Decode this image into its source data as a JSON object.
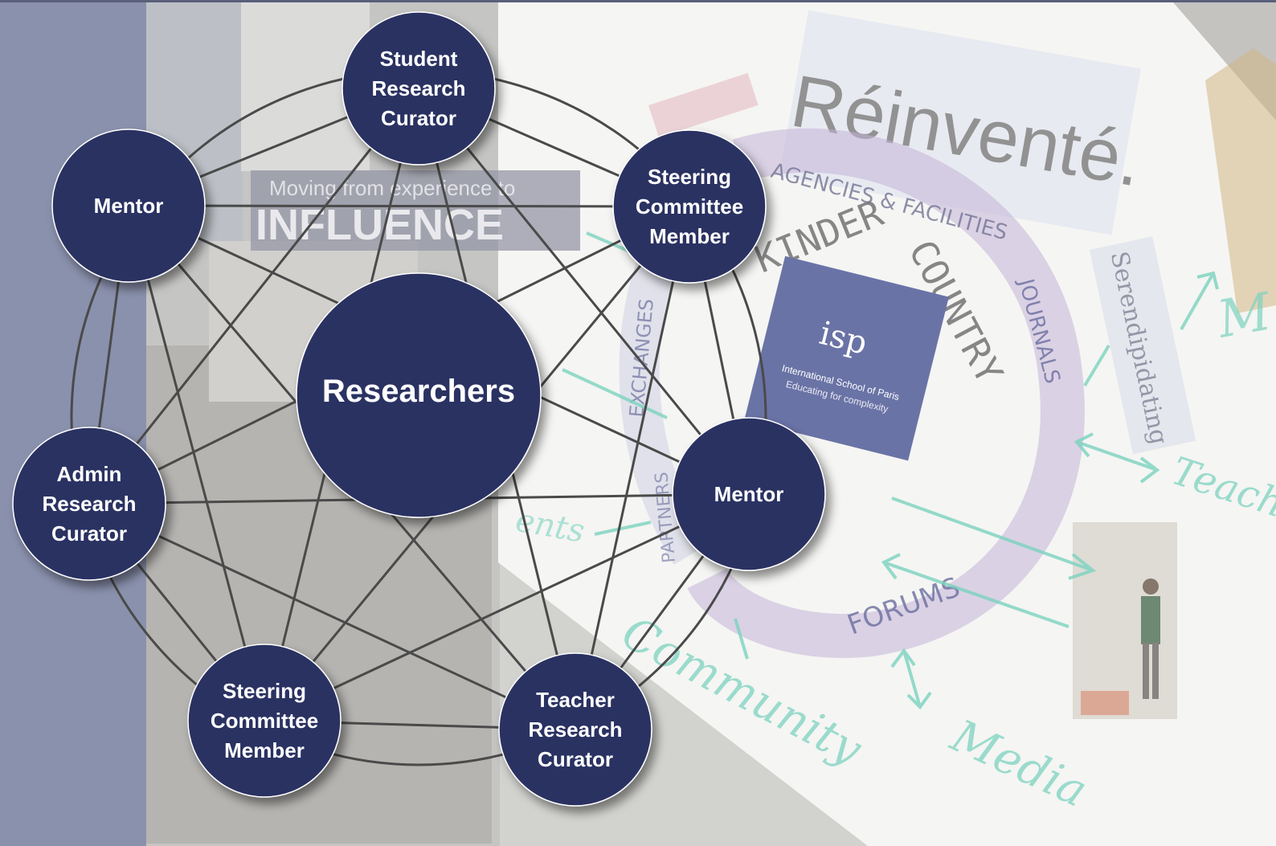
{
  "hub": {
    "label": "Researchers"
  },
  "nodes": [
    {
      "id": "student-research-curator",
      "lines": [
        "Student",
        "Research",
        "Curator"
      ]
    },
    {
      "id": "steering-committee-member-right",
      "lines": [
        "Steering",
        "Committee",
        "Member"
      ]
    },
    {
      "id": "mentor-right",
      "lines": [
        "Mentor"
      ]
    },
    {
      "id": "teacher-research-curator",
      "lines": [
        "Teacher",
        "Research",
        "Curator"
      ]
    },
    {
      "id": "steering-committee-member-left",
      "lines": [
        "Steering",
        "Committee",
        "Member"
      ]
    },
    {
      "id": "admin-research-curator",
      "lines": [
        "Admin",
        "Research",
        "Curator"
      ]
    },
    {
      "id": "mentor-left",
      "lines": [
        "Mentor"
      ]
    }
  ],
  "background_collage": {
    "banner_line1": "Moving from experience to",
    "banner_line2": "INFLUENCE",
    "brand_word": "Réinventé.",
    "serendipity_word": "Serendipidating",
    "school_name": "International School of Paris",
    "school_tagline": "Educating for complexity",
    "school_logo_text": "isp",
    "ring_words": [
      "AGENCIES & FACILITIES",
      "KINDER",
      "COUNTRY",
      "JOURNALS",
      "FORUMS",
      "EXCHANGES",
      "PARTNERS"
    ],
    "handwritten_words": [
      "Community",
      "Media",
      "Teach",
      "ents",
      "M"
    ],
    "colors": {
      "node_fill": "#2b3162",
      "side_panel": "#8a91ad",
      "marker_teal": "#5fc9b2",
      "purple_strip": "#b6a2cf"
    }
  }
}
